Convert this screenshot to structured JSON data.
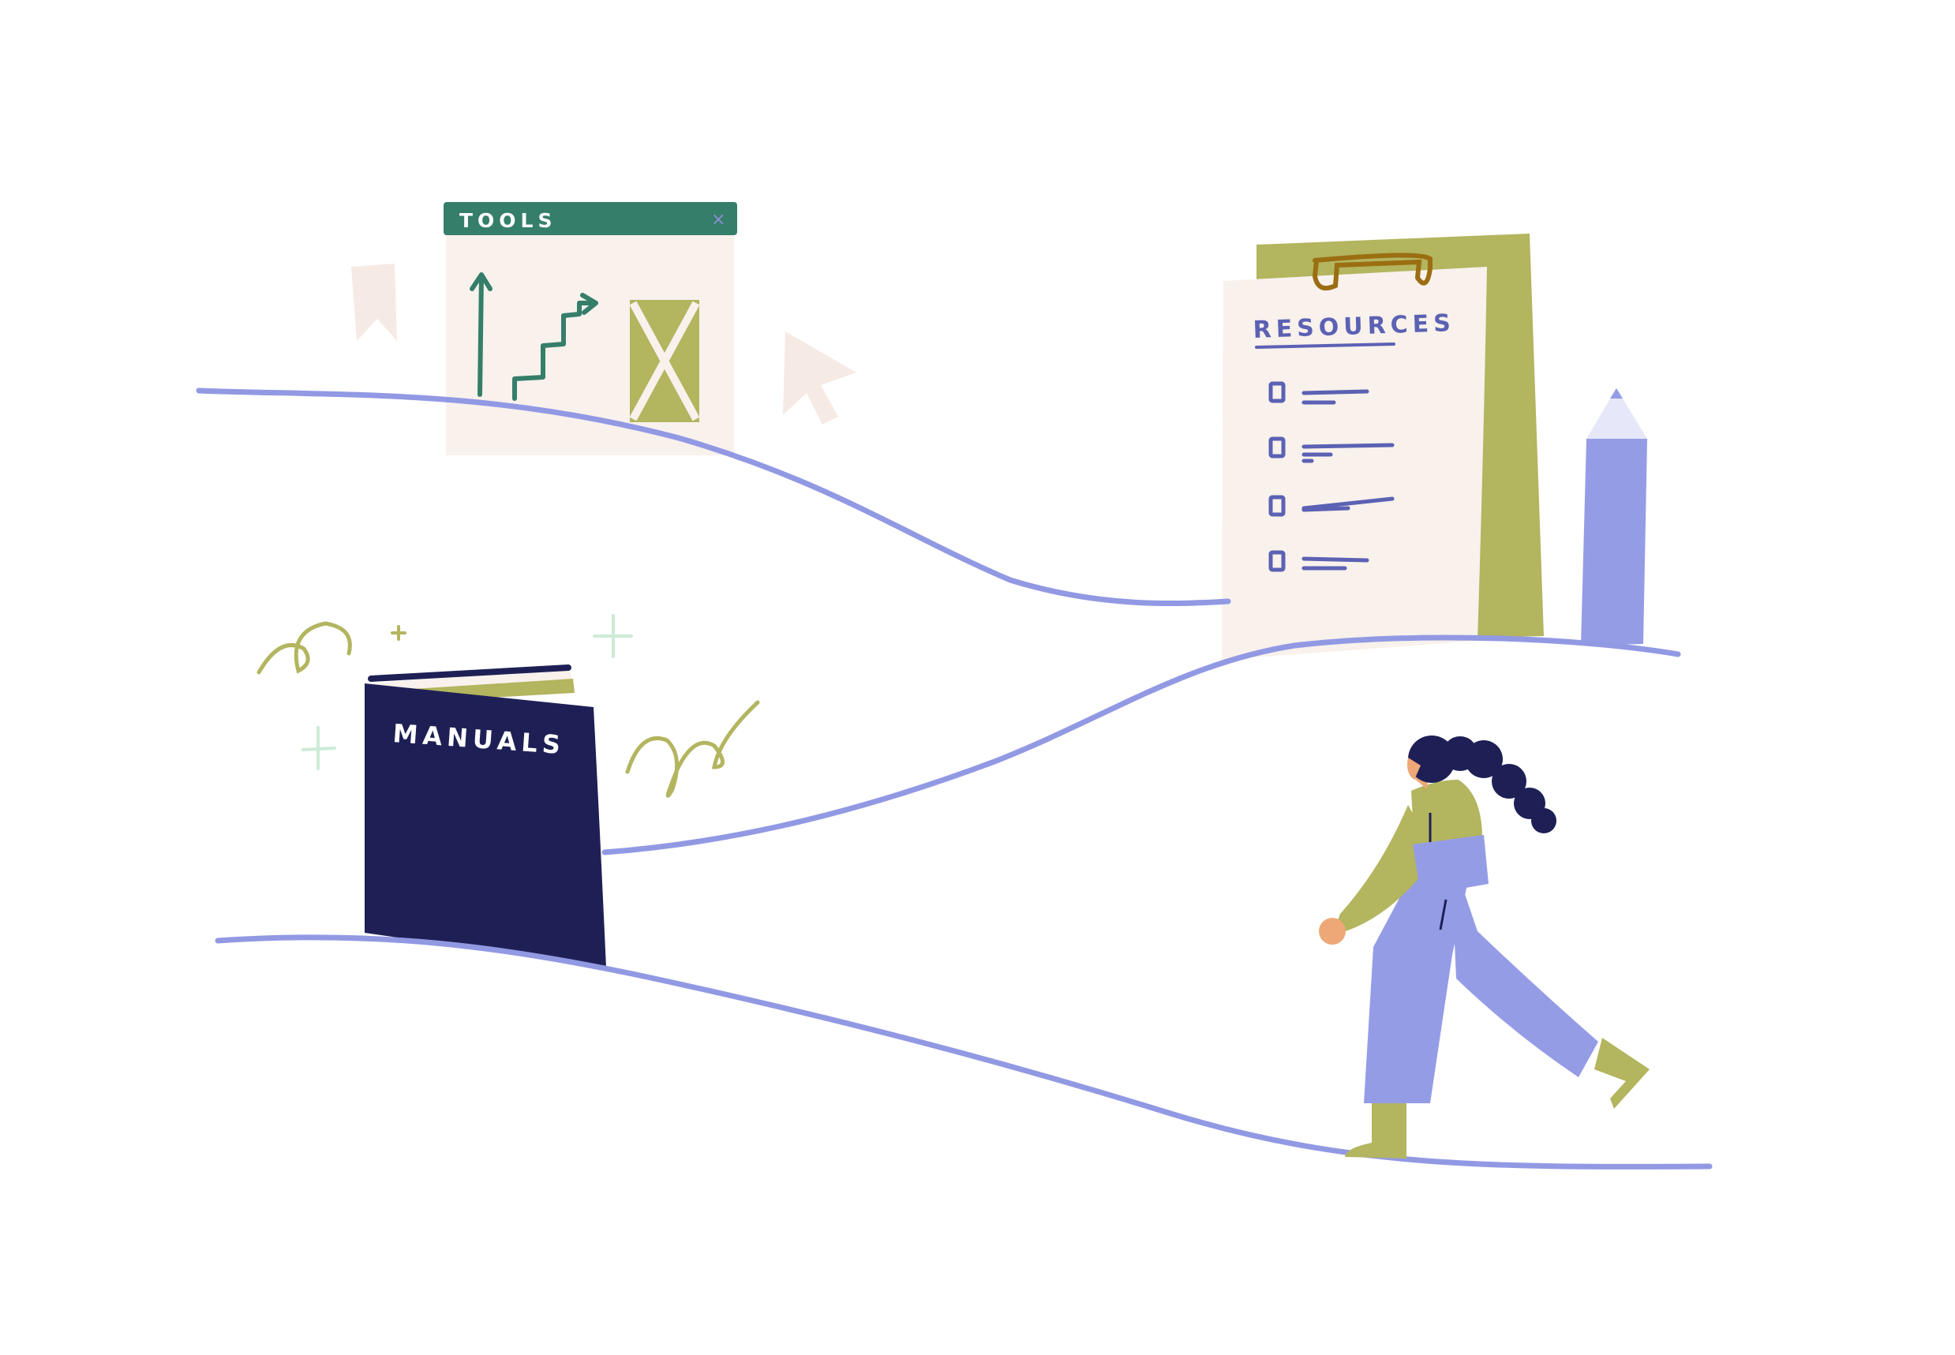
{
  "illustration": {
    "tools_window": {
      "title": "TOOLS",
      "close_glyph": "×"
    },
    "resources_clipboard": {
      "title": "RESOURCES",
      "checklist_count": 4
    },
    "manuals_book": {
      "title": "MANUALS"
    }
  },
  "colors": {
    "background": "#ffffff",
    "path_line": "#9299e3",
    "tools_header": "#357e6a",
    "paper": "#f8f1ec",
    "olive": "#b3b55f",
    "navy": "#1e2055",
    "lavender": "#959ce6",
    "skin": "#eea877",
    "mint": "#cdebd6"
  }
}
